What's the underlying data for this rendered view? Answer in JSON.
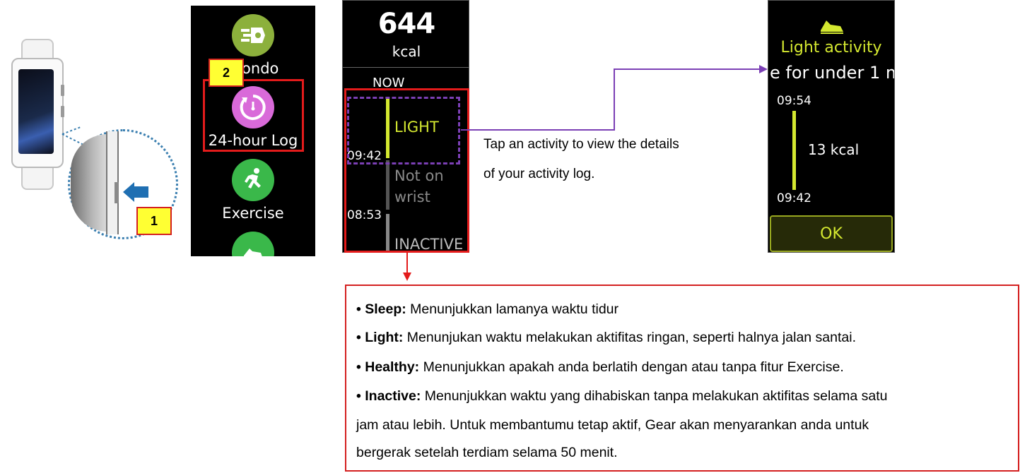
{
  "callouts": {
    "one": "1",
    "two": "2"
  },
  "screen_apps": {
    "items": [
      {
        "label": "Endomondo",
        "visible_label": "mondo",
        "icon": "endomondo-icon",
        "color": "#8cb03c"
      },
      {
        "label": "24-hour Log",
        "icon": "timer-icon",
        "color": "#d96ad9"
      },
      {
        "label": "Exercise",
        "icon": "running-icon",
        "color": "#3ab84a"
      },
      {
        "label": "",
        "icon": "shoe-icon",
        "color": "#3ab84a"
      }
    ]
  },
  "screen_log": {
    "calories": "644",
    "unit": "kcal",
    "now_label": "NOW",
    "entries": [
      {
        "activity": "LIGHT",
        "time": "09:42",
        "color": "#d4e830"
      },
      {
        "activity_line1": "Not on",
        "activity_line2": "wrist",
        "time": "08:53",
        "color": "#555555"
      },
      {
        "activity": "INACTIVE",
        "color": "#888888"
      }
    ]
  },
  "screen_detail": {
    "title": "Light activity",
    "subtitle": "e for under 1 m",
    "start_time": "09:54",
    "calories": "13 kcal",
    "end_time": "09:42",
    "ok_label": "OK",
    "accent": "#d4e830"
  },
  "caption": {
    "line1": "Tap an activity to view the details",
    "line2": "of your activity log."
  },
  "info": {
    "sleep_term": "• Sleep:",
    "sleep_desc": " Menunjukkan  lamanya  waktu  tidur",
    "light_term": "• Light:",
    "light_desc": " Menunjukan  waktu  melakukan  aktifitas ringan,  seperti halnya  jalan santai.",
    "healthy_term": "• Healthy:",
    "healthy_desc": " Menunjukkan  apakah anda berlatih  dengan atau tanpa fitur Exercise.",
    "inactive_term": "• Inactive:",
    "inactive_desc": " Menunjukkan  waktu  yang  dihabiskan  tanpa  melakukan  aktifitas selama satu",
    "inactive_line2": "jam atau lebih.   Untuk  membantumu  tetap aktif, Gear akan menyarankan  anda untuk",
    "inactive_line3": "bergerak setelah terdiam selama 50 menit."
  }
}
